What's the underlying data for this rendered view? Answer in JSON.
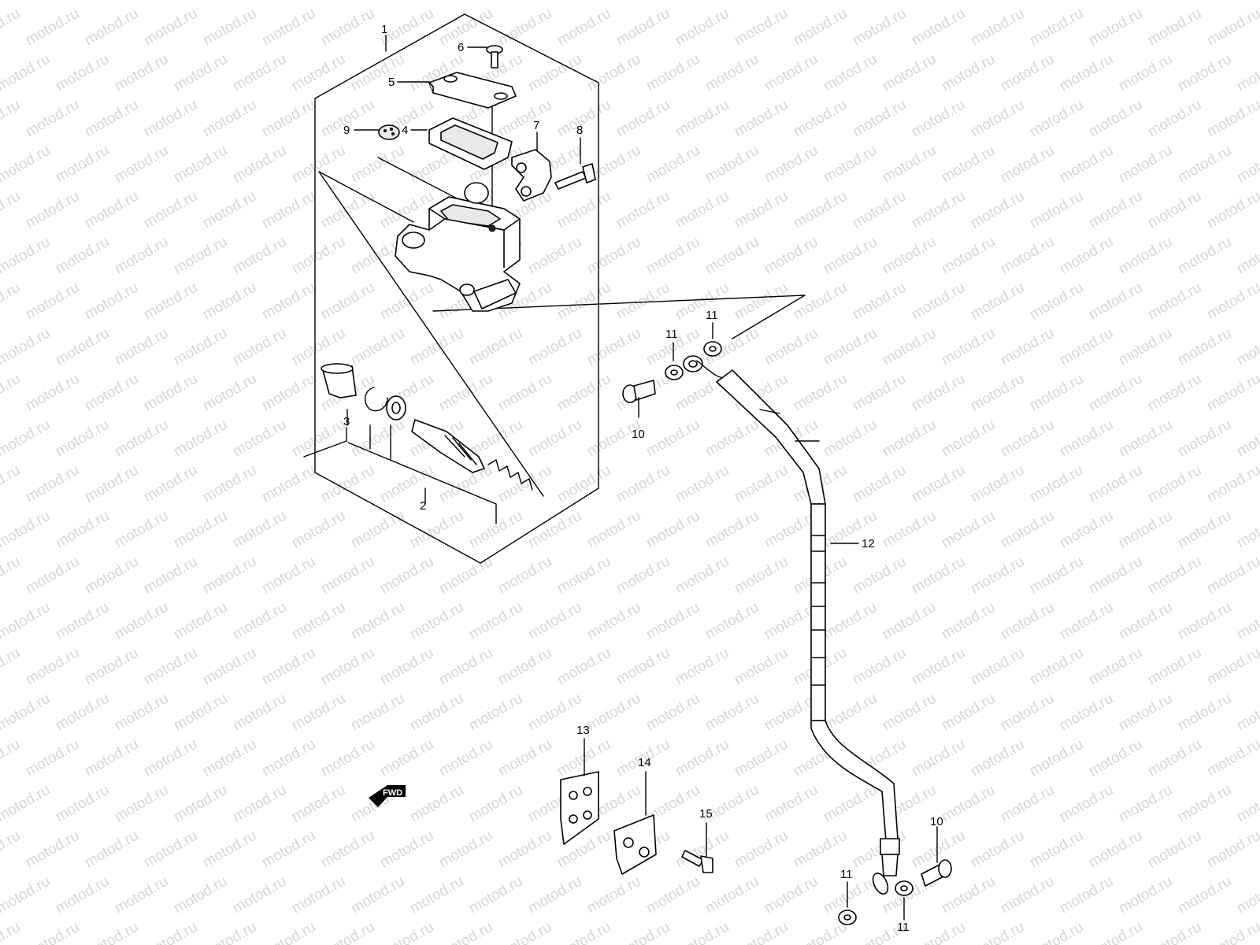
{
  "watermark": {
    "text": "motod.ru",
    "color": "#d6d6d6"
  },
  "fwd_marker": {
    "text": "FWD"
  },
  "callouts": [
    {
      "id": "c1",
      "text": "1"
    },
    {
      "id": "c2",
      "text": "2"
    },
    {
      "id": "c3",
      "text": "3"
    },
    {
      "id": "c4",
      "text": "4"
    },
    {
      "id": "c5",
      "text": "5"
    },
    {
      "id": "c6",
      "text": "6"
    },
    {
      "id": "c7",
      "text": "7"
    },
    {
      "id": "c8",
      "text": "8"
    },
    {
      "id": "c9",
      "text": "9"
    },
    {
      "id": "c10a",
      "text": "10"
    },
    {
      "id": "c10b",
      "text": "10"
    },
    {
      "id": "c11a",
      "text": "11"
    },
    {
      "id": "c11b",
      "text": "11"
    },
    {
      "id": "c11c",
      "text": "11"
    },
    {
      "id": "c11d",
      "text": "11"
    },
    {
      "id": "c12",
      "text": "12"
    },
    {
      "id": "c13",
      "text": "13"
    },
    {
      "id": "c14",
      "text": "14"
    },
    {
      "id": "c15",
      "text": "15"
    }
  ]
}
